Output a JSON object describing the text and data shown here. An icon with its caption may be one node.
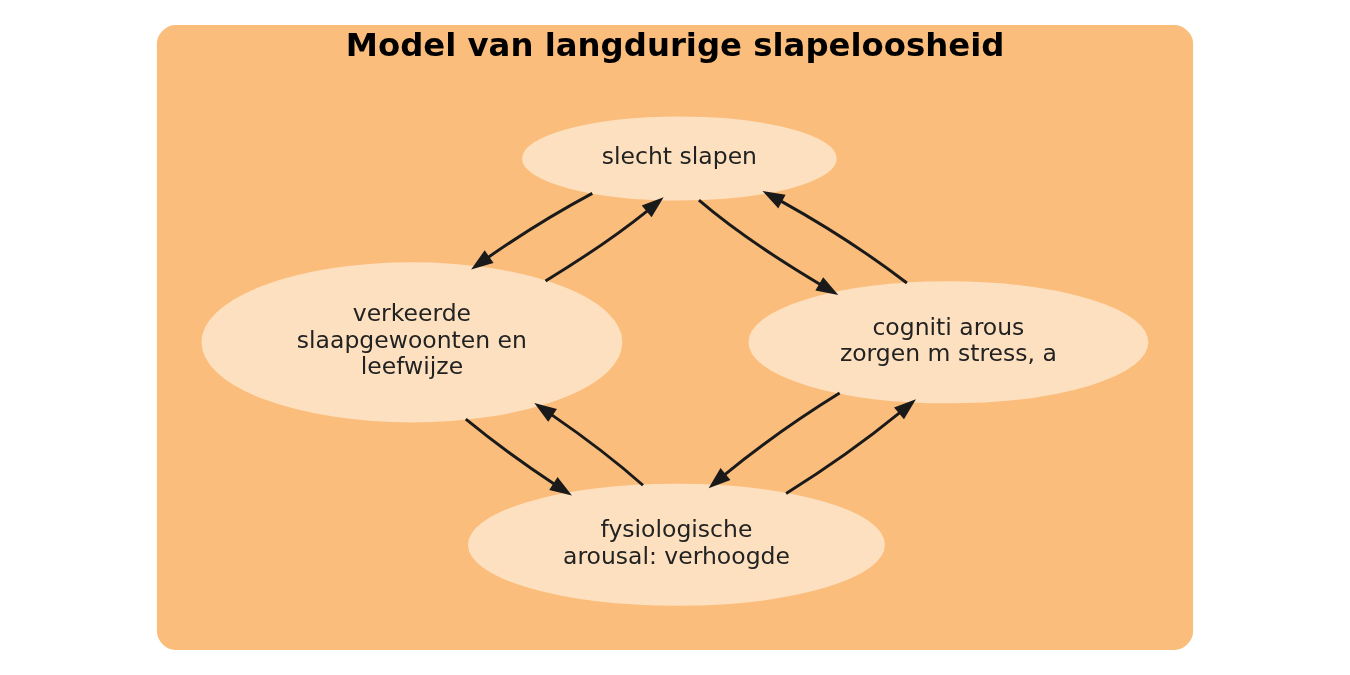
{
  "diagram": {
    "nodes": [
      {
        "text": [
          "Model van langdurige slapeloosheid"
        ]
      },
      {
        "text": [
          "slecht slapen"
        ],
        "in": 0
      },
      {
        "text": [
          "verkeerde slaapgewoonten en leefwijze"
        ],
        "in": 0
      },
      {
        "text": [
          "cogniti arous zorgen m stress, a"
        ],
        "in": 0
      },
      {
        "text": [
          "fysiologische arousal: verhoogde"
        ],
        "in": 0
      }
    ],
    "edges": [
      {
        "from": 2,
        "to": 1,
        "arrow": "to"
      },
      {
        "from": 1,
        "to": 2,
        "arrow": "to"
      },
      {
        "from": 1,
        "to": 3,
        "arrow": "to"
      },
      {
        "from": 3,
        "to": 1,
        "arrow": "to"
      },
      {
        "from": 4,
        "to": 2,
        "arrow": "to"
      },
      {
        "from": 2,
        "to": 4,
        "arrow": "to"
      },
      {
        "from": 4,
        "to": 3,
        "arrow": "to"
      },
      {
        "from": 3,
        "to": 4,
        "arrow": "to"
      }
    ]
  }
}
